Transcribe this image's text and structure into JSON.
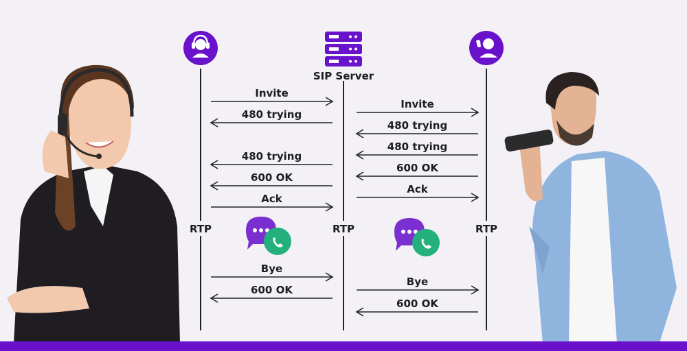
{
  "participants": {
    "left": {
      "icon": "agent-headset-icon"
    },
    "server": {
      "icon": "server-stack-icon",
      "label": "SIP Server"
    },
    "right": {
      "icon": "caller-phone-icon"
    }
  },
  "rtp_label": "RTP",
  "colors": {
    "accent": "#6a11cb",
    "chat_purple": "#7b2fd0",
    "chat_green": "#23b07d",
    "background": "#f3f1f6"
  },
  "messages_left": [
    {
      "label": "Invite",
      "dir": "right"
    },
    {
      "label": "480 trying",
      "dir": "left"
    },
    {
      "label": "480 trying",
      "dir": "left"
    },
    {
      "label": "600 OK",
      "dir": "left"
    },
    {
      "label": "Ack",
      "dir": "right"
    },
    {
      "label": "Bye",
      "dir": "right"
    },
    {
      "label": "600 OK",
      "dir": "left"
    }
  ],
  "messages_right": [
    {
      "label": "Invite",
      "dir": "right"
    },
    {
      "label": "480 trying",
      "dir": "left"
    },
    {
      "label": "480 trying",
      "dir": "left"
    },
    {
      "label": "600 OK",
      "dir": "left"
    },
    {
      "label": "Ack",
      "dir": "right"
    },
    {
      "label": "Bye",
      "dir": "right"
    },
    {
      "label": "600 OK",
      "dir": "left"
    }
  ],
  "media_icons": [
    "chat-call-icon",
    "chat-call-icon"
  ]
}
